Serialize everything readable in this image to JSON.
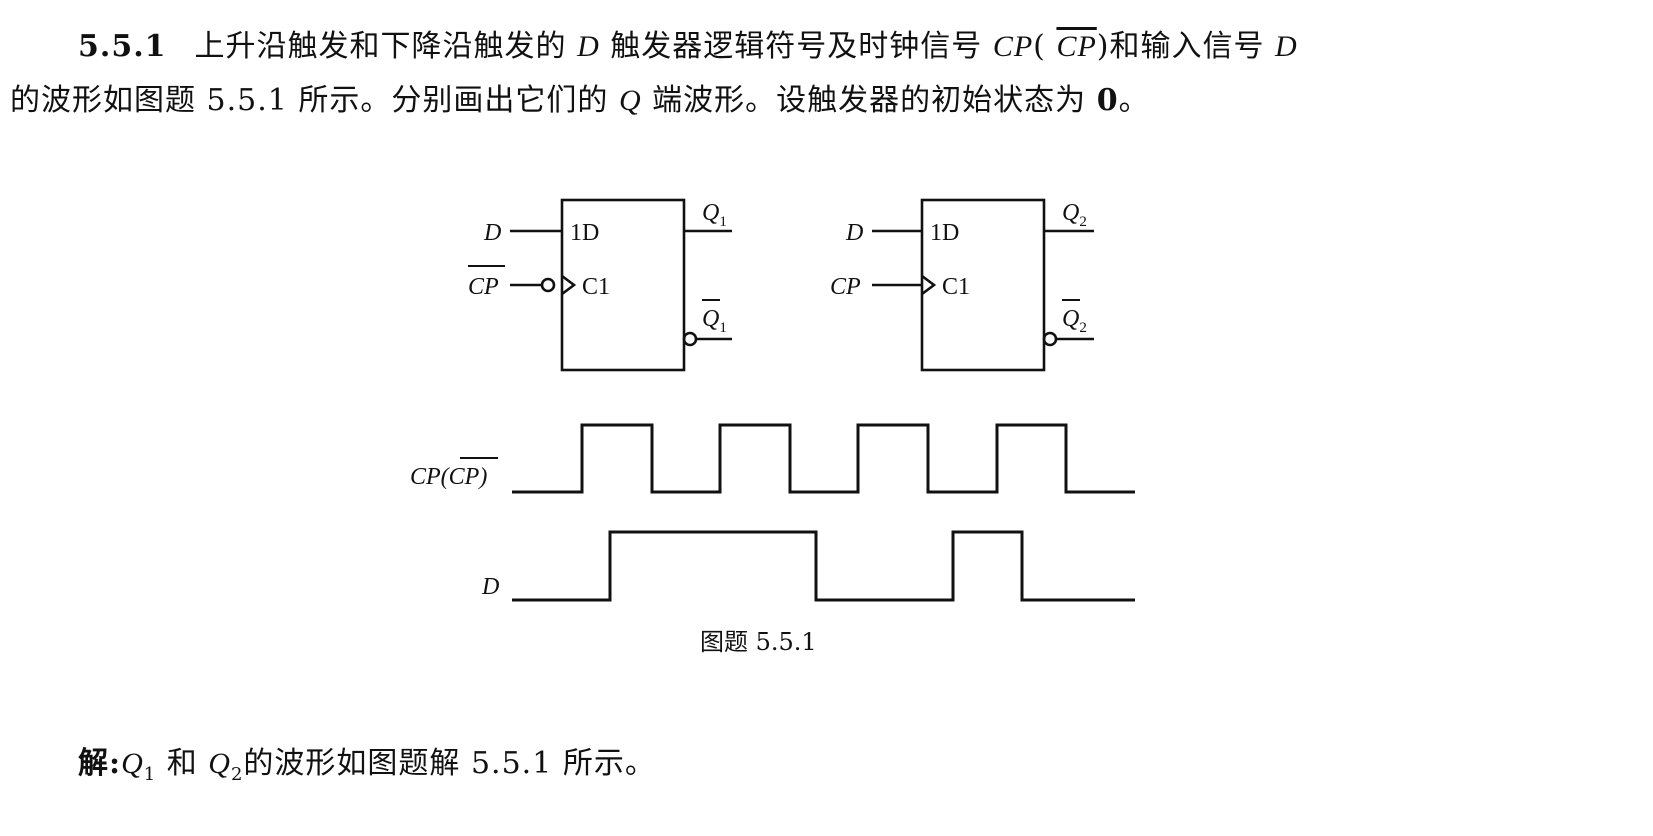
{
  "problem": {
    "number": "5.5.1",
    "line1_a": "上升沿触发和下降沿触发的",
    "D": "D",
    "line1_b": "触发器逻辑符号及时钟信号",
    "CP": "CP",
    "paren_open": "(",
    "CPbar": "CP",
    "paren_close": ")",
    "line1_c": "和输入信号",
    "line2_a": "的波形如图题 5.5.1 所示。分别画出它们的",
    "Q": "Q",
    "line2_b": "端波形。设触发器的初始状态为",
    "zero": "0",
    "line2_end": "。"
  },
  "figure": {
    "ff1": {
      "input_d": "D",
      "input_clk": "CP",
      "pin_d": "1D",
      "pin_clk": "C1",
      "out_q": "Q",
      "out_q_sub": "1",
      "out_qbar": "Q",
      "out_qbar_sub": "1"
    },
    "ff2": {
      "input_d": "D",
      "input_clk": "CP",
      "pin_d": "1D",
      "pin_clk": "C1",
      "out_q": "Q",
      "out_q_sub": "2",
      "out_qbar": "Q",
      "out_qbar_sub": "2"
    },
    "wave_clk_label": {
      "a": "CP(",
      "b": "CP",
      "c": ")"
    },
    "wave_d_label": "D",
    "waveforms": {
      "clock": [
        0,
        1,
        0,
        1,
        0,
        1,
        0,
        1,
        0
      ],
      "d": [
        0,
        1,
        0,
        1,
        0
      ]
    }
  },
  "caption": "图题 5.5.1",
  "solution": {
    "prefix": "解:",
    "q": "Q",
    "sub1": "1",
    "and": "和",
    "sub2": "2",
    "rest": "的波形如图题解 5.5.1 所示。"
  }
}
